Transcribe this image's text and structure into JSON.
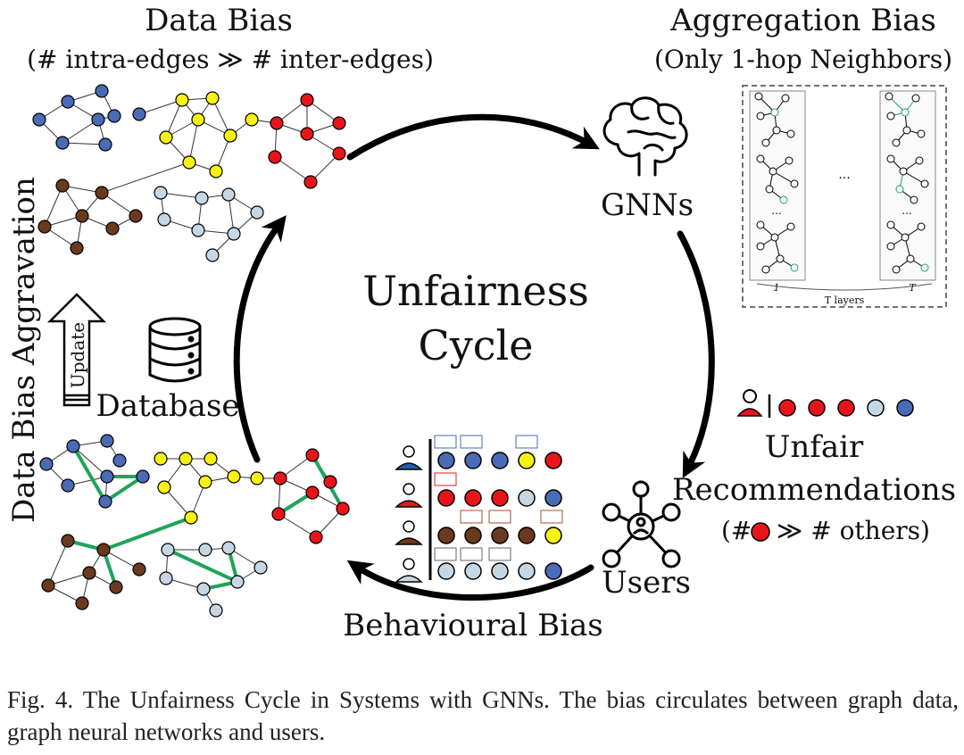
{
  "labels": {
    "data_bias_title": "Data Bias",
    "data_bias_sub": "(# intra-edges ≫ # inter-edges)",
    "aggregation_bias_title": "Aggregation Bias",
    "aggregation_bias_sub": "(Only 1-hop  Neighbors)",
    "gnns": "GNNs",
    "center_line1": "Unfairness",
    "center_line2": "Cycle",
    "unfair": "Unfair",
    "recommendations": "Recommendations",
    "rec_note_prefix": "(#",
    "rec_note_suffix": "≫ # others)",
    "users": "Users",
    "behavioural_bias": "Behavioural Bias",
    "database": "Database",
    "update": "Update",
    "data_bias_aggravation": "Data Bias Aggravation",
    "layers_label": "T layers",
    "panel_first": "1",
    "panel_last": "T",
    "ellipsis": "..."
  },
  "colors": {
    "blue": "#4a6bb5",
    "yellow": "#f7f213",
    "red": "#e8141b",
    "brown": "#6b3a1e",
    "lightblue": "#c6d7e4",
    "green": "#1fa35a",
    "arrow": "#000000"
  },
  "caption": "Fig. 4.  The Unfairness Cycle in Systems with GNNs. The bias circulates between graph data, graph neural networks and users."
}
